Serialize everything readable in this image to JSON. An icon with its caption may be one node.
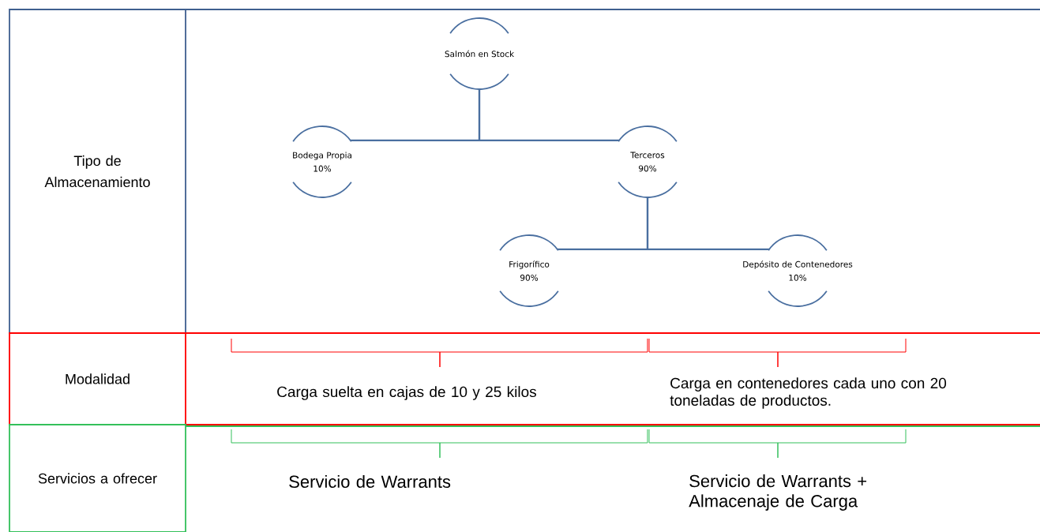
{
  "diagram": {
    "nodes": [
      {
        "text": [
          "Tipo de Almacenamiento"
        ]
      },
      {
        "text": [
          "Modalidad"
        ]
      },
      {
        "text": [
          "Servicios a ofrecer"
        ]
      },
      {
        "text": [
          "Salmón en Stock"
        ]
      },
      {
        "text": [
          "Bodega Propia",
          "10%"
        ]
      },
      {
        "text": [
          "Terceros",
          "90%"
        ]
      },
      {
        "text": [
          "Frigorífico",
          "90%"
        ]
      },
      {
        "text": [
          "Depósito de Contenedores",
          "10%"
        ]
      }
    ],
    "edges": [
      {
        "from": 3,
        "to": 4,
        "arrow": "none"
      },
      {
        "from": 3,
        "to": 5,
        "arrow": "none"
      },
      {
        "from": 5,
        "to": 6,
        "arrow": "none"
      },
      {
        "from": 5,
        "to": 7,
        "arrow": "none"
      }
    ],
    "labels": [
      "Carga suelta en cajas de 10 y 25 kilos",
      "Carga en contenedores cada uno con 20 toneladas de productos.",
      "Servicio de Warrants",
      "Servicio de Warrants + Almacenaje de Carga"
    ]
  }
}
